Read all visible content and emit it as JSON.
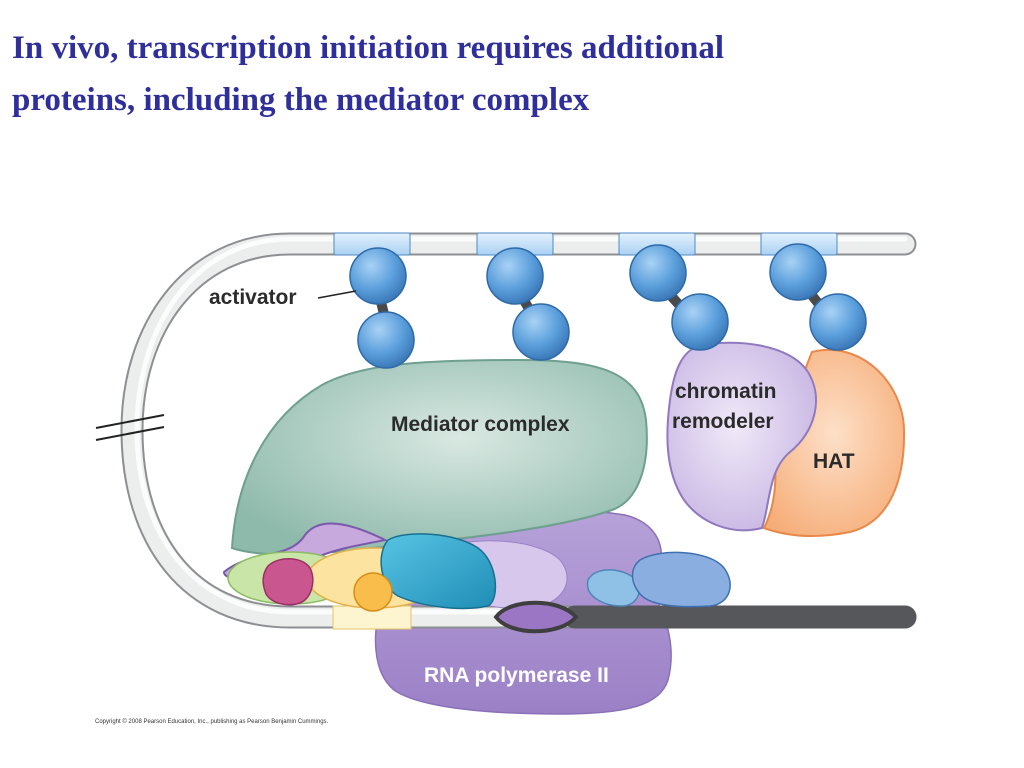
{
  "title": {
    "line1": "In vivo, transcription initiation requires additional",
    "line2": "proteins, including the mediator complex"
  },
  "diagram": {
    "labels": {
      "activator": "activator",
      "mediator": "Mediator complex",
      "chromatin_line1": "chromatin",
      "chromatin_line2": "remodeler",
      "hat": "HAT",
      "rna_pol": "RNA polymerase II"
    }
  },
  "copyright": "Copyright © 2008 Pearson Education, Inc., publishing as Pearson Benjamin Cummings.",
  "colors": {
    "title": "#2e2f9a",
    "dna": "#c8c9cb",
    "activator": "#5b9fdc",
    "mediator": "#95c1b3",
    "chromatin_remodeler": "#cdbde6",
    "hat": "#f7bb8f",
    "rna_polymerase": "#a58ccc"
  }
}
